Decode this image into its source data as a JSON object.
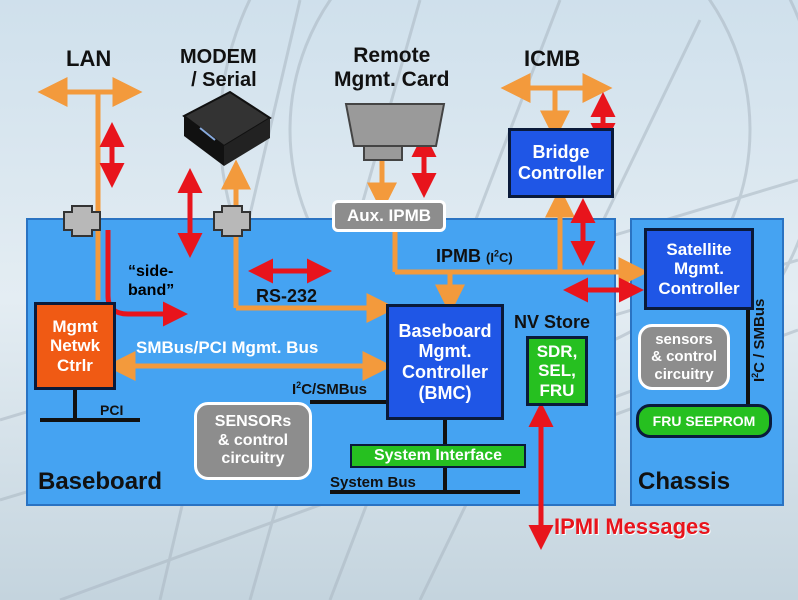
{
  "external": {
    "lan": "LAN",
    "modem": "MODEM\n/ Serial",
    "remote_card": "Remote\nMgmt. Card",
    "icmb": "ICMB"
  },
  "baseboard": {
    "label": "Baseboard",
    "aux_ipmb": "Aux. IPMB",
    "ipmb": "IPMB",
    "ipmb_suffix": "(I",
    "ipmb_sup": "2",
    "ipmb_end": "C)",
    "side_band": "“side-\nband”",
    "rs232": "RS-232",
    "mgmt_netwk": "Mgmt\nNetwk\nCtrlr",
    "smbus_pci": "SMBus/PCI Mgmt. Bus",
    "bmc": "Baseboard\nMgmt.\nController\n(BMC)",
    "nv_store": "NV Store",
    "sdr": "SDR,\nSEL,\nFRU",
    "i2c_smbus_pre": "I",
    "i2c_smbus_sup": "2",
    "i2c_smbus_post": "C/SMBus",
    "pci": "PCI",
    "sensors": "SENSORs\n& control\ncircuitry",
    "system_interface": "System Interface",
    "system_bus": "System Bus",
    "bridge": "Bridge\nController"
  },
  "chassis": {
    "label": "Chassis",
    "satellite": "Satellite\nMgmt.\nController",
    "sensors": "sensors\n& control\ncircuitry",
    "fru_seeprom": "FRU SEEPROM",
    "bus_pre": "I",
    "bus_sup": "2",
    "bus_post": "C / SMBus"
  },
  "ipmi_messages": "IPMI Messages",
  "colors": {
    "panel": "#45a3f2",
    "bmc": "#1f56e6",
    "mgmt_netwk": "#f05a14",
    "sdr": "#26c020",
    "orange_arrow": "#f39a3c",
    "red_arrow": "#e8141c"
  }
}
